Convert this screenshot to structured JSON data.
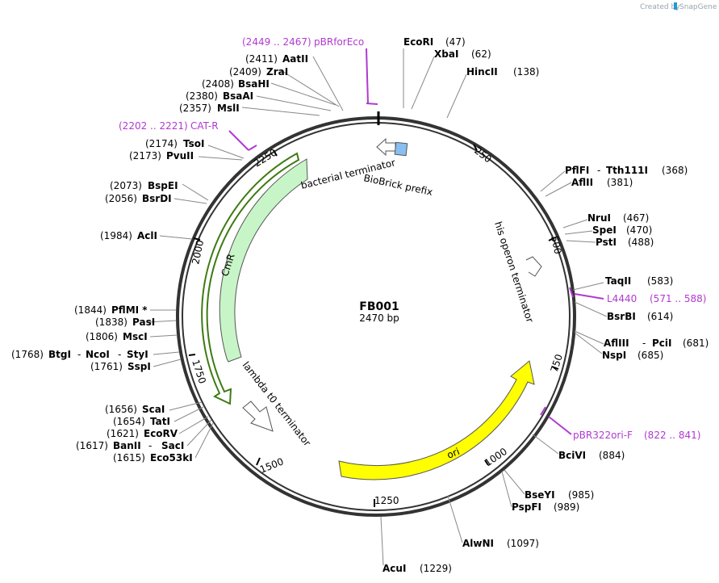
{
  "credit": {
    "text": "Created by",
    "brand": "SnapGene"
  },
  "plasmid": {
    "name": "FB001",
    "length_label": "2470 bp",
    "length": 2470
  },
  "ticks": [
    "250",
    "500",
    "750",
    "1000",
    "1250",
    "1500",
    "1750",
    "2000",
    "2250"
  ],
  "features": [
    {
      "name": "CmR",
      "color": "#c8f5c8"
    },
    {
      "name": "ori",
      "color": "#ffff00"
    },
    {
      "name": "bacterial terminator"
    },
    {
      "name": "BioBrick prefix",
      "color": "#88bff0"
    },
    {
      "name": "his operon terminator"
    },
    {
      "name": "lambda t0 terminator"
    }
  ],
  "sites": [
    {
      "name": "EcoRI",
      "pos": "(47)"
    },
    {
      "name": "XbaI",
      "pos": "(62)"
    },
    {
      "name": "HincII",
      "pos": "(138)"
    },
    {
      "name": "PflFI",
      "sep": "-",
      "name2": "Tth111I",
      "pos": "(368)"
    },
    {
      "name": "AflII",
      "pos": "(381)"
    },
    {
      "name": "NruI",
      "pos": "(467)"
    },
    {
      "name": "SpeI",
      "pos": "(470)"
    },
    {
      "name": "PstI",
      "pos": "(488)"
    },
    {
      "name": "TaqII",
      "pos": "(583)"
    },
    {
      "name": "BsrBI",
      "pos": "(614)"
    },
    {
      "name": "AflIII",
      "sep": "-",
      "name2": "PciI",
      "pos": "(681)"
    },
    {
      "name": "NspI",
      "pos": "(685)"
    },
    {
      "name": "BciVI",
      "pos": "(884)"
    },
    {
      "name": "BseYI",
      "pos": "(985)"
    },
    {
      "name": "PspFI",
      "pos": "(989)"
    },
    {
      "name": "AlwNI",
      "pos": "(1097)"
    },
    {
      "name": "AcuI",
      "pos": "(1229)"
    },
    {
      "name": "AatII",
      "pos": "(2411)"
    },
    {
      "name": "ZraI",
      "pos": "(2409)"
    },
    {
      "name": "BsaHI",
      "pos": "(2408)"
    },
    {
      "name": "BsaAI",
      "pos": "(2380)"
    },
    {
      "name": "MslI",
      "pos": "(2357)"
    },
    {
      "name": "TsoI",
      "pos": "(2174)"
    },
    {
      "name": "PvuII",
      "pos": "(2173)"
    },
    {
      "name": "BspEI",
      "pos": "(2073)"
    },
    {
      "name": "BsrDI",
      "pos": "(2056)"
    },
    {
      "name": "AclI",
      "pos": "(1984)"
    },
    {
      "name": "PflMI *",
      "pos": "(1844)"
    },
    {
      "name": "PasI",
      "pos": "(1838)"
    },
    {
      "name": "MscI",
      "pos": "(1806)"
    },
    {
      "name": "BtgI",
      "sep": "-",
      "name2": "NcoI",
      "sep2": "-",
      "name3": "StyI",
      "pos": "(1768)"
    },
    {
      "name": "SspI",
      "pos": "(1761)"
    },
    {
      "name": "ScaI",
      "pos": "(1656)"
    },
    {
      "name": "TatI",
      "pos": "(1654)"
    },
    {
      "name": "EcoRV",
      "pos": "(1621)"
    },
    {
      "name": "BanII",
      "sep": "-",
      "name2": "SacI",
      "pos": "(1617)"
    },
    {
      "name": "Eco53kI",
      "pos": "(1615)"
    }
  ],
  "primers": [
    {
      "name": "pBRforEco",
      "range": "(2449 .. 2467)"
    },
    {
      "name": "CAT-R",
      "range": "(2202 .. 2221)"
    },
    {
      "name": "L4440",
      "range": "(571 .. 588)"
    },
    {
      "name": "pBR322ori-F",
      "range": "(822 .. 841)"
    }
  ],
  "colors": {
    "primer": "#b03ad0",
    "backbone": "#333333",
    "cmr_outline": "#4a8a1a"
  }
}
